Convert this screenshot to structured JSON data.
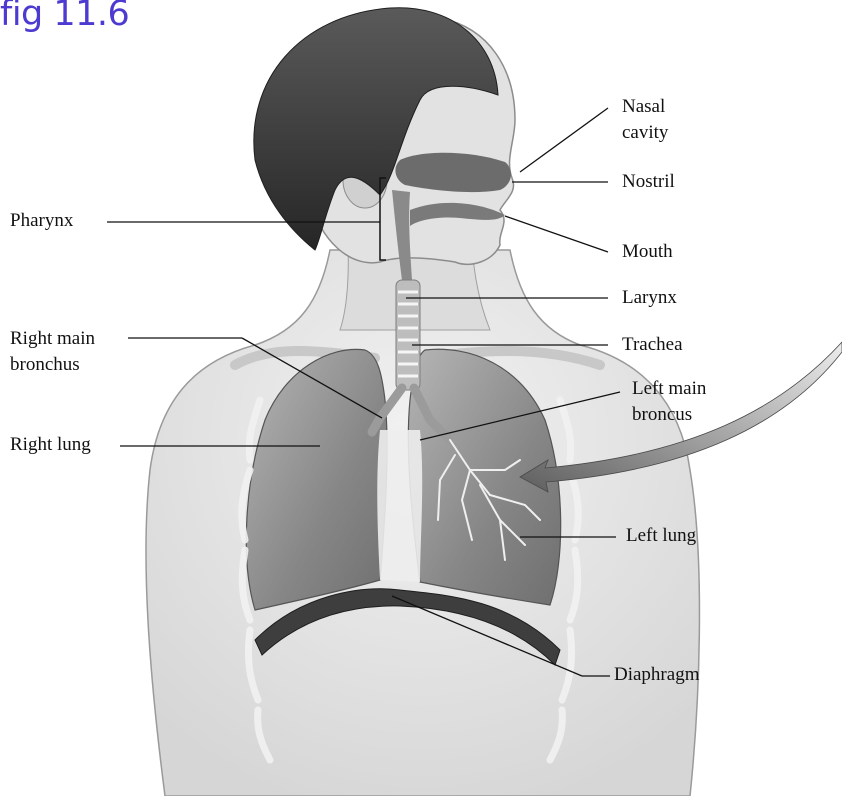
{
  "figure": {
    "title": "fig 11.6"
  },
  "labels": {
    "nasal_cavity_line1": "Nasal",
    "nasal_cavity_line2": "cavity",
    "nostril": "Nostril",
    "pharynx": "Pharynx",
    "mouth": "Mouth",
    "larynx": "Larynx",
    "right_main_bronchus_line1": "Right main",
    "right_main_bronchus_line2": "bronchus",
    "trachea": "Trachea",
    "left_main_bronchus_line1": "Left main",
    "left_main_bronchus_line2": "broncus",
    "right_lung": "Right lung",
    "left_lung": "Left lung",
    "diaphragm": "Diaphragm"
  },
  "colors": {
    "title": "#4d3bd1",
    "skin": "#e6e6e6",
    "hair": "#3a3a3a",
    "lung": "#8a8a8a",
    "diaphragm": "#3e3e3e",
    "leader_line": "#111111"
  }
}
